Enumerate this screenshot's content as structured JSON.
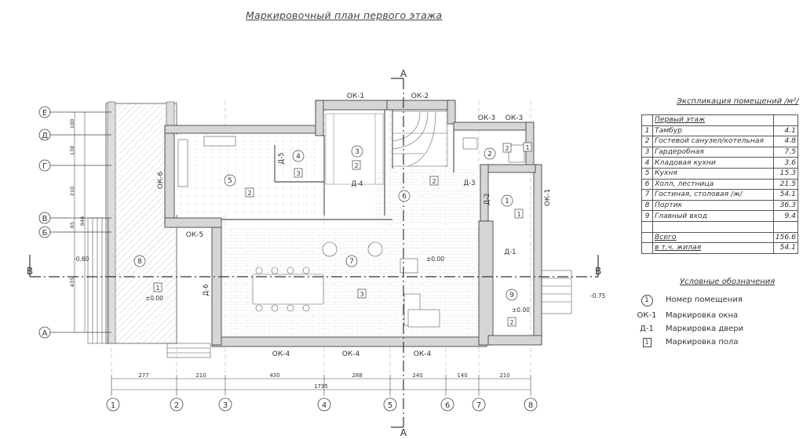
{
  "title": "Маркировочный план первого этажа",
  "explication": {
    "title": "Экспликация помещений /м²/",
    "section": "Первый этаж",
    "rows": [
      {
        "n": "1",
        "name": "Тамбур",
        "area": "4.1"
      },
      {
        "n": "2",
        "name": "Гостевой санузел/котельная",
        "area": "4.8"
      },
      {
        "n": "3",
        "name": "Гардеробная",
        "area": "7.5"
      },
      {
        "n": "4",
        "name": "Кладовая кухни",
        "area": "3.6"
      },
      {
        "n": "5",
        "name": "Кухня",
        "area": "15.3"
      },
      {
        "n": "6",
        "name": "Холл, лестница",
        "area": "21.5"
      },
      {
        "n": "7",
        "name": "Гостиная, столовая /ж/",
        "area": "54.1"
      },
      {
        "n": "8",
        "name": "Портик",
        "area": "36.3"
      },
      {
        "n": "9",
        "name": "Главный вход",
        "area": "9.4"
      }
    ],
    "total_label": "Всего",
    "total_value": "156.6",
    "living_label": "в т.ч. жилая",
    "living_value": "54.1"
  },
  "legend": {
    "title": "Условные обозначения",
    "items": [
      {
        "symbol": "1",
        "label": "Номер помещения"
      },
      {
        "symbol": "ОК-1",
        "label": "Маркировка окна"
      },
      {
        "symbol": "Д-1",
        "label": "Маркировка двери"
      },
      {
        "symbol": "1",
        "label": "Маркировка пола"
      }
    ]
  },
  "plan": {
    "grid_axes_x": [
      "1",
      "2",
      "3",
      "4",
      "5",
      "6",
      "7",
      "8"
    ],
    "grid_axes_y": [
      "Е",
      "Д",
      "Г",
      "В",
      "Б",
      "А"
    ],
    "dims_bottom": [
      "277",
      "210",
      "430",
      "288",
      "240",
      "140",
      "210"
    ],
    "dim_total": "1795",
    "dims_left": [
      "100",
      "138",
      "210",
      "65",
      "435"
    ],
    "dim_left_total": "948",
    "section_label": "А",
    "section_label_side": "В",
    "windows": [
      "ОК-1",
      "ОК-2",
      "ОК-3",
      "ОК-3",
      "ОК-4",
      "ОК-4",
      "ОК-4",
      "ОК-5",
      "ОК-6",
      "ОК-1"
    ],
    "doors": [
      "Д-5",
      "Д-4",
      "Д-3",
      "Д-2",
      "Д-1",
      "Д-6"
    ],
    "rooms": [
      "1",
      "2",
      "3",
      "4",
      "5",
      "6",
      "7",
      "8",
      "9"
    ],
    "floor_marks": [
      "1",
      "2",
      "2",
      "3",
      "2",
      "2",
      "3",
      "1",
      "2",
      "1"
    ],
    "levels": [
      "±0.00",
      "±0.00",
      "±0.00",
      "-0.60",
      "-0.75"
    ]
  }
}
